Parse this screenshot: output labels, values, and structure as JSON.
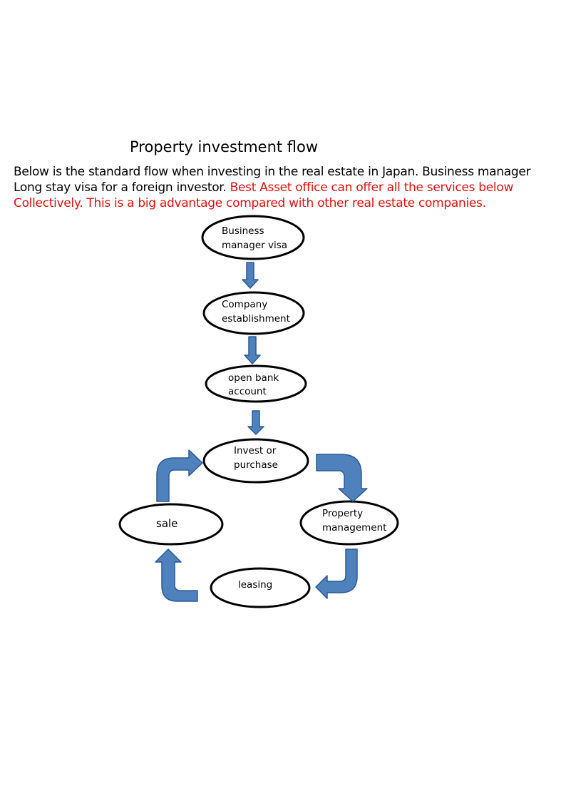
{
  "title": "Property investment  flow",
  "intro": {
    "line1": "Below   is the standard flow when investing in the real estate in Japan. Business manager",
    "line2_black": "Long stay visa for a foreign investor.",
    "line2_red": "  Best Asset office can offer all the services below",
    "line3_red": "Collectively. This is a big advantage compared with other real estate companies."
  },
  "nodes": {
    "visa": [
      "Business",
      "manager visa"
    ],
    "company": [
      "Company",
      "establishment"
    ],
    "bank": [
      "open bank",
      "account"
    ],
    "invest": [
      "Invest or",
      "purchase"
    ],
    "property": [
      "Property",
      "management"
    ],
    "leasing": [
      "leasing"
    ],
    "sale": [
      "sale"
    ]
  },
  "colors": {
    "accent_red": "#e01010",
    "arrow_fill": "#4f81bd",
    "arrow_stroke": "#2c5a93"
  }
}
